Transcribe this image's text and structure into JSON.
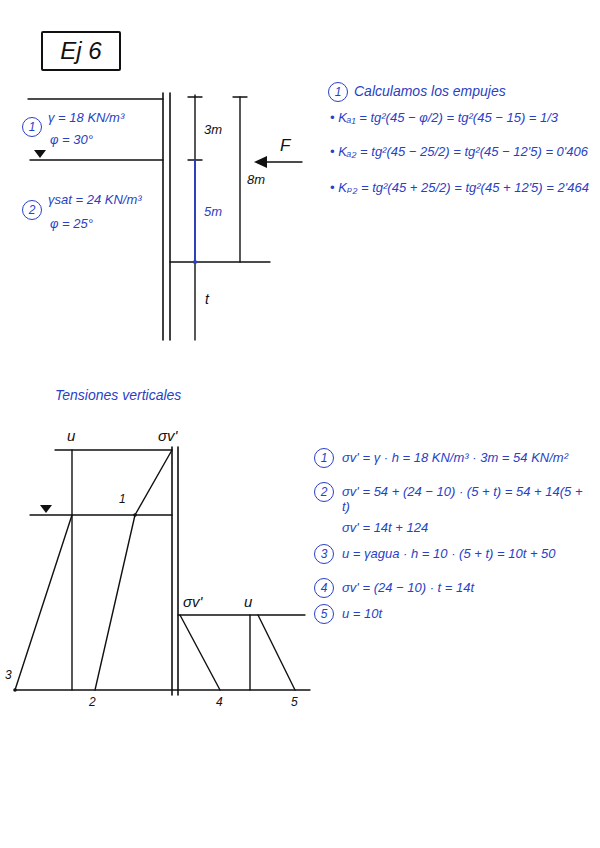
{
  "diagram": {
    "nodes": [
      {
        "text": [
          "Ej 6"
        ]
      },
      {
        "text": [
          "1"
        ]
      },
      {
        "text": [
          "2"
        ]
      },
      {
        "text": [
          "1"
        ]
      },
      {
        "text": [
          "1"
        ]
      },
      {
        "text": [
          "2"
        ]
      },
      {
        "text": [
          "3"
        ]
      },
      {
        "text": [
          "4"
        ]
      },
      {
        "text": [
          "5"
        ]
      }
    ],
    "labels": [
      "γ = 18 KN/m³",
      "φ = 30°",
      "γsat = 24 KN/m³",
      "φ = 25°",
      "3m",
      "5m",
      "8m",
      "t",
      "F",
      "Calculamos los empujes",
      "• Kₐ₁ = tg²(45 − φ/2) = tg²(45 − 15) = 1/3",
      "• Kₐ₂ = tg²(45 − 25/2) = tg²(45 − 12'5) = 0'406",
      "• Kₚ₂ = tg²(45 + 25/2) = tg²(45 + 12'5) = 2'464",
      "Tensiones verticales",
      "u",
      "σv'",
      "1",
      "3",
      "2",
      "σv'",
      "u",
      "4",
      "5",
      "σv' = γ · h = 18 KN/m³ · 3m = 54 KN/m²",
      "σv' = 54 + (24 − 10) · (5 + t) = 54 + 14(5 + t)",
      "σv' = 14t + 124",
      "u = γagua · h = 10 · (5 + t) = 10t + 50",
      "σv' = (24 − 10) · t = 14t",
      "u = 10t"
    ]
  }
}
